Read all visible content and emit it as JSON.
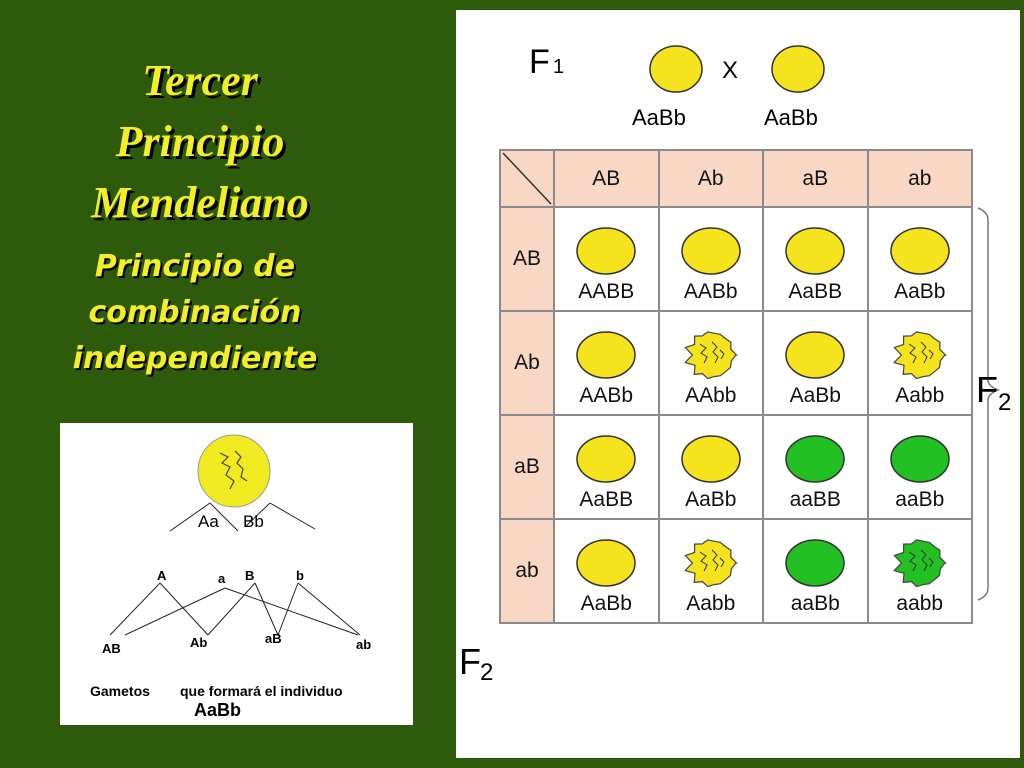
{
  "title": {
    "line1": "Tercer",
    "line2": "Principio",
    "line3": "Mendeliano"
  },
  "subtitle": {
    "line1": "Principio de",
    "line2": "combinación",
    "line3": "independiente"
  },
  "gametes": {
    "parent_genotype_a": "Aa",
    "parent_genotype_b": "Bb",
    "alleles": [
      "A",
      "a",
      "B",
      "b"
    ],
    "combos": [
      "AB",
      "Ab",
      "aB",
      "ab"
    ],
    "caption": "Gametos",
    "caption_rest": "que formará el individuo",
    "individual": "AaBb"
  },
  "cross": {
    "f1_label": "F",
    "f1_sub": "1",
    "cross_symbol": "X",
    "parent1": "AaBb",
    "parent2": "AaBb",
    "f2_label": "F",
    "f2_sub": "2",
    "f2_bottom_label": "F",
    "f2_bottom_sub": "2"
  },
  "punnett": {
    "col_headers": [
      "AB",
      "Ab",
      "aB",
      "ab"
    ],
    "row_headers": [
      "AB",
      "Ab",
      "aB",
      "ab"
    ],
    "rows": [
      [
        {
          "geno": "AABB",
          "color": "yellow",
          "shape": "smooth"
        },
        {
          "geno": "AABb",
          "color": "yellow",
          "shape": "smooth"
        },
        {
          "geno": "AaBB",
          "color": "yellow",
          "shape": "smooth"
        },
        {
          "geno": "AaBb",
          "color": "yellow",
          "shape": "smooth"
        }
      ],
      [
        {
          "geno": "AABb",
          "color": "yellow",
          "shape": "smooth"
        },
        {
          "geno": "AAbb",
          "color": "yellow",
          "shape": "wrinkled"
        },
        {
          "geno": "AaBb",
          "color": "yellow",
          "shape": "smooth"
        },
        {
          "geno": "Aabb",
          "color": "yellow",
          "shape": "wrinkled"
        }
      ],
      [
        {
          "geno": "AaBB",
          "color": "yellow",
          "shape": "smooth"
        },
        {
          "geno": "AaBb",
          "color": "yellow",
          "shape": "smooth"
        },
        {
          "geno": "aaBB",
          "color": "green",
          "shape": "smooth"
        },
        {
          "geno": "aaBb",
          "color": "green",
          "shape": "smooth"
        }
      ],
      [
        {
          "geno": "AaBb",
          "color": "yellow",
          "shape": "smooth"
        },
        {
          "geno": "Aabb",
          "color": "yellow",
          "shape": "wrinkled"
        },
        {
          "geno": "aaBb",
          "color": "green",
          "shape": "smooth"
        },
        {
          "geno": "aabb",
          "color": "green",
          "shape": "wrinkled"
        }
      ]
    ]
  },
  "colors": {
    "background": "#2e5a0c",
    "title": "#f2ee2a",
    "header_fill": "#f8d8c4",
    "pea_yellow": "#f5e31e",
    "pea_green": "#22c022"
  }
}
